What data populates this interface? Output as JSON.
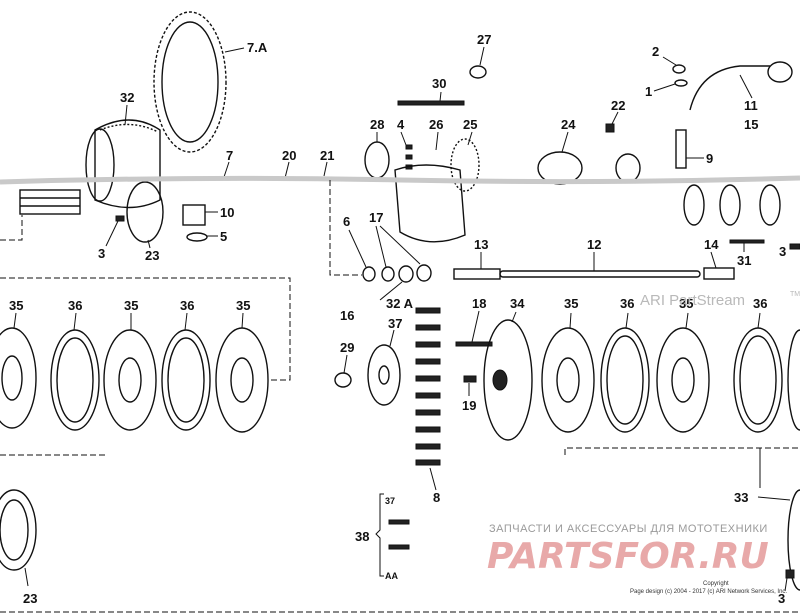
{
  "labels": {
    "l7a": "7.A",
    "l27": "27",
    "l2": "2",
    "l1": "1",
    "l11": "11",
    "l15": "15",
    "l30": "30",
    "l22": "22",
    "l32": "32",
    "l28": "28",
    "l4": "4",
    "l26": "26",
    "l25": "25",
    "l24": "24",
    "l9": "9",
    "l7": "7",
    "l20": "20",
    "l21": "21",
    "l10": "10",
    "l5": "5",
    "l3a": "3",
    "l23a": "23",
    "l6": "6",
    "l17": "17",
    "l13": "13",
    "l12": "12",
    "l14": "14",
    "l31": "31",
    "l3b": "3",
    "l16": "16",
    "l32a": "32 A",
    "l37": "37",
    "l35a": "35",
    "l36a": "36",
    "l35b": "35",
    "l36b": "36",
    "l35c": "35",
    "l18": "18",
    "l34": "34",
    "l35d": "35",
    "l36c": "36",
    "l35e": "35",
    "l36d": "36",
    "l29": "29",
    "l19": "19",
    "l8": "8",
    "l33": "33",
    "l38": "38",
    "l23b": "23",
    "l3c": "3"
  },
  "watermark": {
    "partstream": "ARI PartStream",
    "tm": "TM",
    "promo": "ЗАПЧАСТИ И АКСЕССУАРЫ ДЛЯ МОТОТЕХНИКИ",
    "logo": "PARTSFOR.RU",
    "copyright": "Copyright",
    "pagedesign": "Page design (c) 2004 - 2017 (c) ARI Network Services, Inc."
  }
}
